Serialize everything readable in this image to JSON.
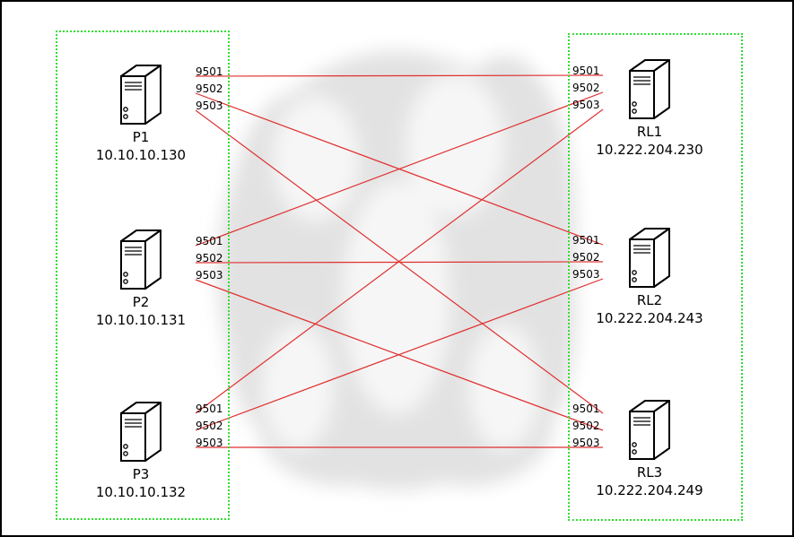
{
  "colors": {
    "frame": "#000000",
    "group_border": "#33dd33",
    "link": "#e03030",
    "cloud": "#e2e2e2"
  },
  "producers": [
    {
      "name": "P1",
      "ip": "10.10.10.130",
      "ports": [
        "9501",
        "9502",
        "9503"
      ]
    },
    {
      "name": "P2",
      "ip": "10.10.10.131",
      "ports": [
        "9501",
        "9502",
        "9503"
      ]
    },
    {
      "name": "P3",
      "ip": "10.10.10.132",
      "ports": [
        "9501",
        "9502",
        "9503"
      ]
    }
  ],
  "relays": [
    {
      "name": "RL1",
      "ip": "10.222.204.230",
      "ports": [
        "9501",
        "9502",
        "9503"
      ]
    },
    {
      "name": "RL2",
      "ip": "10.222.204.243",
      "ports": [
        "9501",
        "9502",
        "9503"
      ]
    },
    {
      "name": "RL3",
      "ip": "10.222.204.249",
      "ports": [
        "9501",
        "9502",
        "9503"
      ]
    }
  ],
  "links": [
    {
      "from": "P1",
      "from_port": "9501",
      "to": "RL1",
      "to_port": "9501"
    },
    {
      "from": "P1",
      "from_port": "9502",
      "to": "RL2",
      "to_port": "9501"
    },
    {
      "from": "P1",
      "from_port": "9503",
      "to": "RL3",
      "to_port": "9501"
    },
    {
      "from": "P2",
      "from_port": "9501",
      "to": "RL1",
      "to_port": "9502"
    },
    {
      "from": "P2",
      "from_port": "9502",
      "to": "RL2",
      "to_port": "9502"
    },
    {
      "from": "P2",
      "from_port": "9503",
      "to": "RL3",
      "to_port": "9502"
    },
    {
      "from": "P3",
      "from_port": "9501",
      "to": "RL1",
      "to_port": "9503"
    },
    {
      "from": "P3",
      "from_port": "9502",
      "to": "RL2",
      "to_port": "9503"
    },
    {
      "from": "P3",
      "from_port": "9503",
      "to": "RL3",
      "to_port": "9503"
    }
  ]
}
